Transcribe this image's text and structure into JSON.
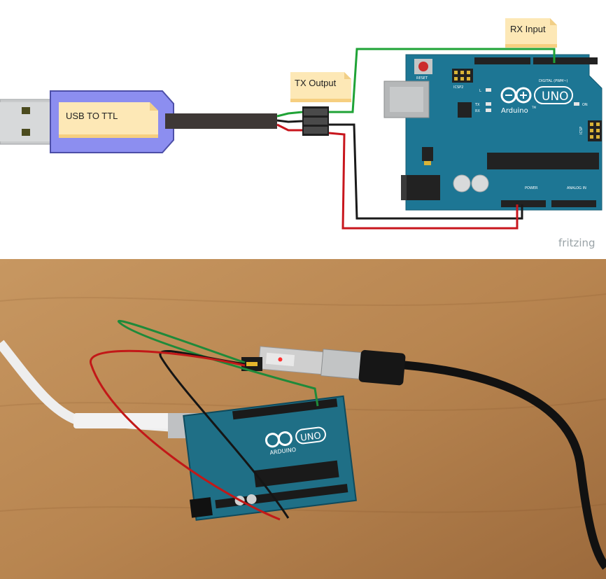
{
  "diagram": {
    "usb_label": "USB TO TTL",
    "tx_label": "TX Output",
    "rx_label": "RX Input",
    "watermark": "fritzing",
    "board": {
      "brand": "Arduino",
      "model": "UNO",
      "tm": "TM",
      "reset": "RESET",
      "icsp2": "ICSP2",
      "icsp": "ICSP",
      "digital": "DIGITAL (PWM~)",
      "power": "POWER",
      "analog": "ANALOG IN",
      "led_l": "L",
      "led_tx": "TX",
      "led_rx": "RX",
      "led_on": "ON"
    },
    "wire_colors": {
      "green": "#1fa336",
      "black": "#1a1a1a",
      "red": "#c8161d"
    }
  },
  "photo": {
    "board_brand": "ARDUINO",
    "board_model": "UNO"
  }
}
